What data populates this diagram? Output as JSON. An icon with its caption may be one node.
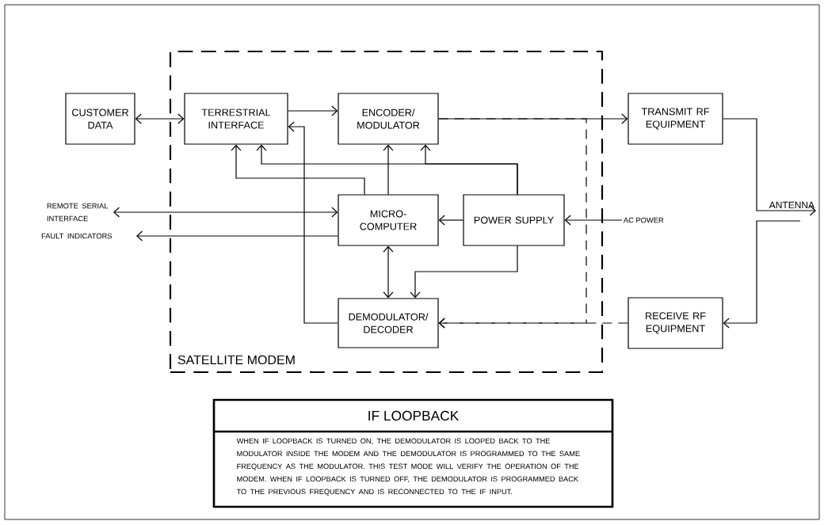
{
  "diagram": {
    "nodes": [
      {
        "text": [
          "SATELLITE MODEM"
        ]
      },
      {
        "text": [
          "CUSTOMER DATA"
        ]
      },
      {
        "text": [
          "TERRESTRIAL INTERFACE"
        ],
        "in": 0
      },
      {
        "text": [
          "ENCODER/ MODULATOR"
        ],
        "in": 0
      },
      {
        "text": [
          "MICRO- COMPUTER"
        ],
        "in": 0
      },
      {
        "text": [
          "POWER SUPPLY"
        ],
        "in": 0
      },
      {
        "text": [
          "DEMODULATOR/ DECODER"
        ],
        "in": 0
      },
      {
        "text": [
          "TRANSMIT RF EQUIPMENT"
        ]
      },
      {
        "text": [
          "RECEIVE RF EQUIPMENT"
        ]
      },
      {
        "text": [
          "REMOTE SERIAL INTERFACE"
        ]
      },
      {
        "text": [
          "FAULT INDICATORS"
        ]
      },
      {
        "text": [
          "AC POWER"
        ]
      },
      {
        "text": [
          "ANTENNA"
        ]
      },
      {
        "text": [
          "IF LOOPBACK",
          "WHEN IF LOOPBACK IS TURNED ON, THE DEMODULATOR IS LOOPED BACK TO THE MODULATOR INSIDE THE MODEM AND THE DEMODULATOR IS PROGRAMMED TO THE SAME FREQUENCY AS THE MODULATOR. THIS TEST MODE WILL VERIFY THE OPERATION OF THE MODEM. WHEN IF LOOPBACK IS TURNED OFF, THE DEMODULATOR IS PROGRAMMED BACK TO THE PREVIOUS FREQUENCY AND IS RECONNECTED TO THE IF INPUT."
        ]
      }
    ],
    "edges": [
      {
        "from": 1,
        "to": 2,
        "arrow": "both"
      },
      {
        "from": 2,
        "to": 3,
        "arrow": "to"
      },
      {
        "from": 3,
        "to": 7,
        "arrow": "to"
      },
      {
        "from": 7,
        "to": 12,
        "arrow": "to"
      },
      {
        "from": 12,
        "to": 8,
        "arrow": "to"
      },
      {
        "from": 9,
        "to": 4,
        "arrow": "both"
      },
      {
        "from": 4,
        "to": 10,
        "arrow": "to"
      },
      {
        "from": 11,
        "to": 5,
        "arrow": "to"
      },
      {
        "from": 5,
        "to": 4,
        "arrow": "to"
      },
      {
        "from": 4,
        "to": 3,
        "arrow": "to"
      },
      {
        "from": 4,
        "to": 2,
        "arrow": "to"
      },
      {
        "from": 5,
        "to": 3,
        "arrow": "to"
      },
      {
        "from": 5,
        "to": 2,
        "arrow": "to"
      },
      {
        "from": 4,
        "to": 6,
        "arrow": "both"
      },
      {
        "from": 5,
        "to": 6,
        "arrow": "to"
      },
      {
        "from": 6,
        "to": 2,
        "arrow": "to"
      },
      {
        "from": 8,
        "to": 6,
        "arrow": "to",
        "style": "dashed"
      },
      {
        "from": 3,
        "to": 6,
        "arrow": "to",
        "style": "dashed"
      }
    ]
  }
}
